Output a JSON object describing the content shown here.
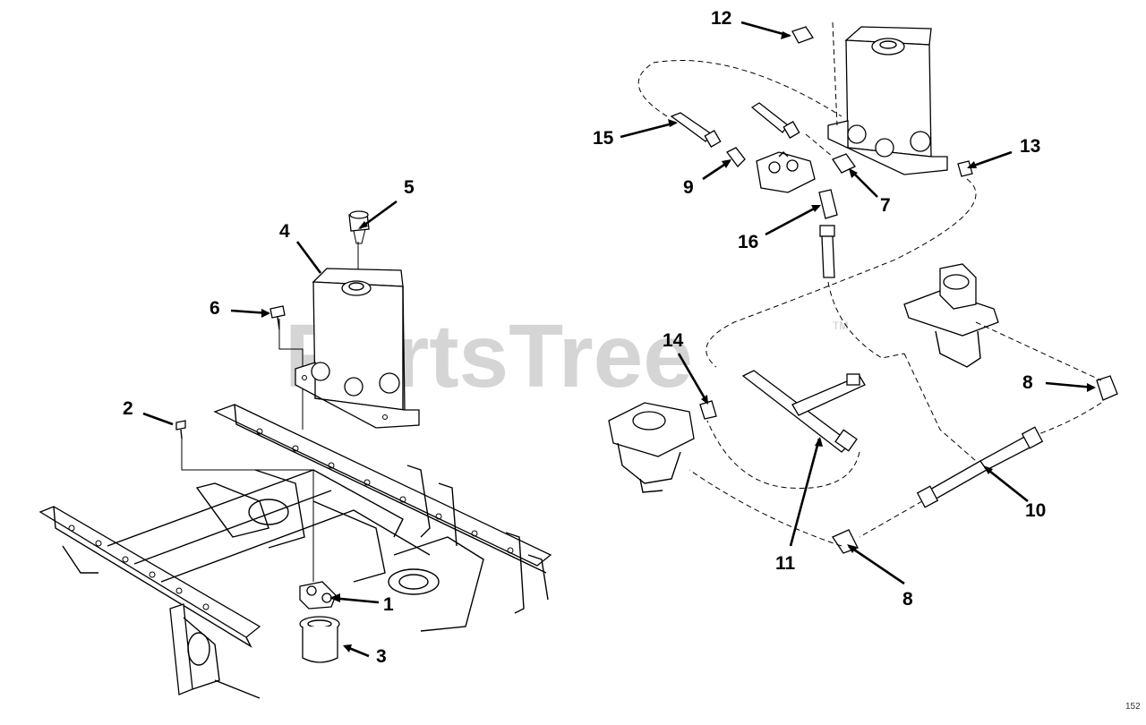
{
  "watermark": "PartsTree",
  "trademark": "TM",
  "page_number": "152",
  "callouts": {
    "c1": "1",
    "c2": "2",
    "c3": "3",
    "c4": "4",
    "c5": "5",
    "c6": "6",
    "c7": "7",
    "c8a": "8",
    "c8b": "8",
    "c9": "9",
    "c10": "10",
    "c11": "11",
    "c12": "12",
    "c13": "13",
    "c14": "14",
    "c15": "15",
    "c16": "16"
  }
}
